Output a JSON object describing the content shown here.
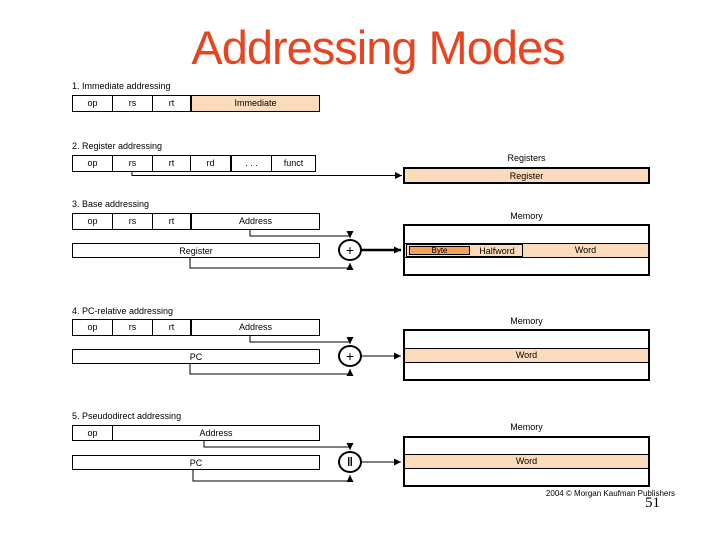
{
  "slide": {
    "title": "Addressing Modes",
    "copyright": "2004 © Morgan Kaufman Publishers",
    "page_number": "51"
  },
  "colors": {
    "title_color": "#E8441F",
    "highlight_fill": "#FADCBD",
    "byte_fill": "#F0A35C"
  },
  "sections": {
    "immediate": {
      "label": "1. Immediate addressing",
      "fields": {
        "op": "op",
        "rs": "rs",
        "rt": "rt",
        "immediate": "Immediate"
      }
    },
    "register": {
      "label": "2. Register addressing",
      "fields": {
        "op": "op",
        "rs": "rs",
        "rt": "rt",
        "rd": "rd",
        "ellipsis": ". . .",
        "funct": "funct"
      },
      "registers_title": "Registers",
      "register_row": "Register"
    },
    "base": {
      "label": "3. Base addressing",
      "fields": {
        "op": "op",
        "rs": "rs",
        "rt": "rt",
        "address": "Address"
      },
      "register_row": "Register",
      "operator": "+",
      "memory_title": "Memory",
      "cells": {
        "byte": "Byte",
        "halfword": "Halfword",
        "word": "Word"
      }
    },
    "pc_relative": {
      "label": "4. PC-relative addressing",
      "fields": {
        "op": "op",
        "rs": "rs",
        "rt": "rt",
        "address": "Address"
      },
      "pc_row": "PC",
      "operator": "+",
      "memory_title": "Memory",
      "word_row": "Word"
    },
    "pseudodirect": {
      "label": "5. Pseudodirect addressing",
      "fields": {
        "op": "op",
        "address": "Address"
      },
      "pc_row": "PC",
      "operator": "‖",
      "memory_title": "Memory",
      "word_row": "Word"
    }
  }
}
